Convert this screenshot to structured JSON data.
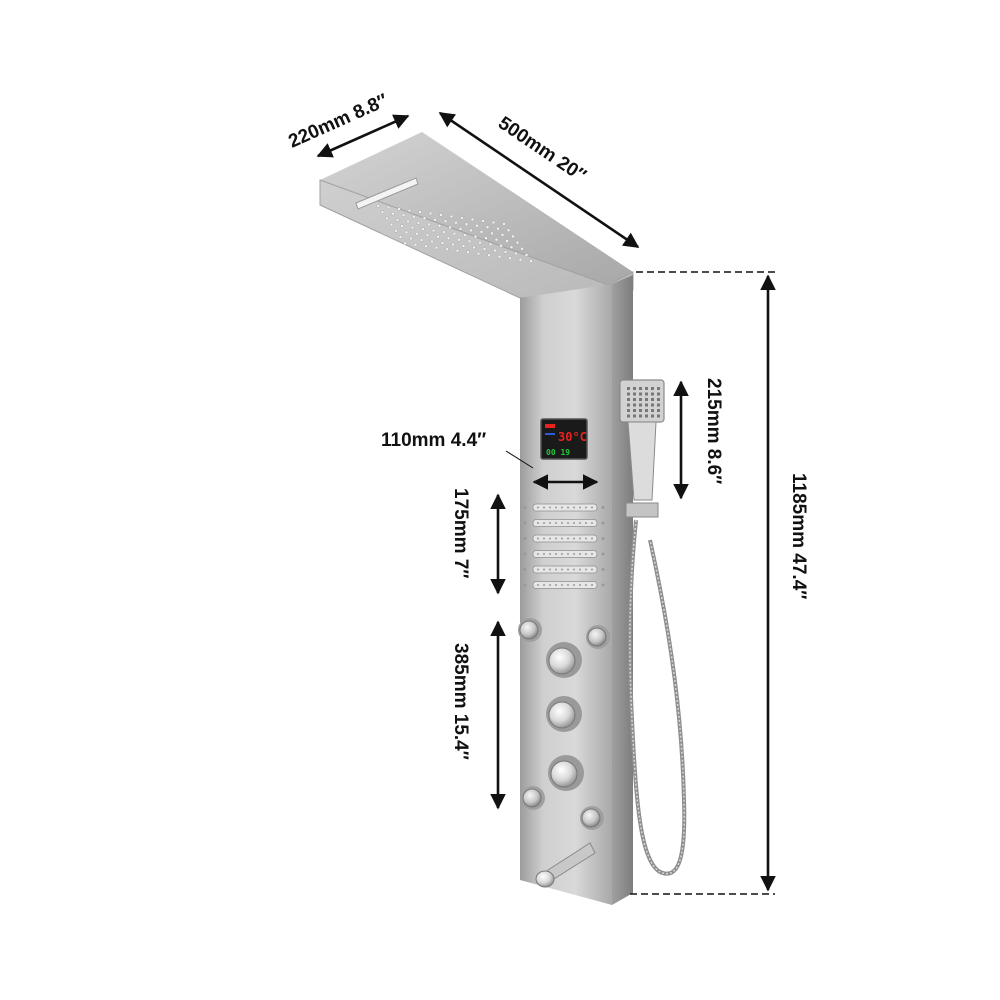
{
  "dimensions": {
    "head_depth": "220mm 8.8″",
    "head_length": "500mm 20″",
    "total_height": "1185mm 47.4″",
    "handshower_height": "215mm 8.6″",
    "jet_width": "110mm 4.4″",
    "jet_zone_height": "175mm 7″",
    "valve_zone_height": "385mm 15.4″"
  },
  "display": {
    "temperature": "30°C",
    "bottom_readout": "00 19"
  },
  "colors": {
    "steel_light": "#d6d6d6",
    "steel_mid": "#b4b4b4",
    "steel_dark": "#8e8e8e",
    "ink": "#111111",
    "lcd_red": "#e8231f",
    "lcd_green": "#23c43a",
    "lcd_blue": "#2a5bd8"
  }
}
